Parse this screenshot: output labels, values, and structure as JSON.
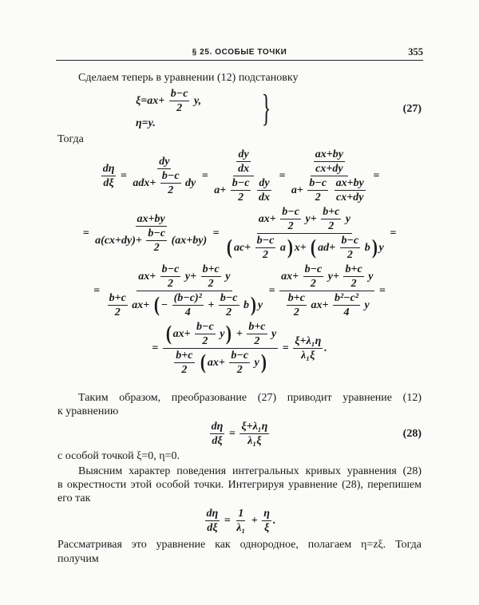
{
  "header": {
    "section": "§ 25. ОСОБЫЕ ТОЧКИ",
    "page": "355"
  },
  "text": {
    "l1": "Сделаем теперь в уравнении (12) подстановку",
    "l2": "Тогда",
    "l3": "Таким образом, преобразование (27) приводит уравнение (12)",
    "l4": "к уравнению",
    "l5": "с особой точкой ξ=0, η=0.",
    "l6": "Выясним характер поведения интегральных кривых уравнения (28)",
    "l7": "в окрестности этой особой точки. Интегрируя уравнение (28), перепишем",
    "l8": "его так",
    "l9": "Рассматривая это уравнение как однородное, полагаем η=zξ. Тогда",
    "l10": "получим"
  },
  "equation_numbers": {
    "eq27": "(27)",
    "eq28": "(28)"
  },
  "equations": {
    "eq27": {
      "sys": [
        [
          "ξ=ax+ ",
          {
            "f": [
              [
                "b−c"
              ],
              [
                "2"
              ]
            ]
          },
          " y,"
        ],
        [
          "η=y."
        ]
      ],
      "brace": "}"
    },
    "row1": [
      {
        "f": [
          [
            "dη"
          ],
          [
            "dξ"
          ]
        ]
      },
      " = ",
      {
        "f": [
          [
            "dy"
          ],
          [
            "adx+ ",
            {
              "f": [
                [
                  "b−c"
                ],
                [
                  "2"
                ]
              ]
            },
            " dy"
          ]
        ]
      },
      " = ",
      {
        "f": [
          [
            {
              "f": [
                [
                  "dy"
                ],
                [
                  "dx"
                ]
              ]
            }
          ],
          [
            "a+ ",
            {
              "f": [
                [
                  "b−c"
                ],
                [
                  "2"
                ]
              ]
            },
            " ",
            {
              "f": [
                [
                  "dy"
                ],
                [
                  "dx"
                ]
              ]
            }
          ]
        ]
      },
      " = ",
      {
        "f": [
          [
            {
              "f": [
                [
                  "ax+by"
                ],
                [
                  "cx+dy"
                ]
              ]
            }
          ],
          [
            "a+ ",
            {
              "f": [
                [
                  "b−c"
                ],
                [
                  "2"
                ]
              ]
            },
            " ",
            {
              "f": [
                [
                  "ax+by"
                ],
                [
                  "cx+dy"
                ]
              ]
            }
          ]
        ]
      },
      " ="
    ],
    "row2": [
      "= ",
      {
        "f": [
          [
            "ax+by"
          ],
          [
            "a(cx+dy)+ ",
            {
              "f": [
                [
                  "b−c"
                ],
                [
                  "2"
                ]
              ]
            },
            " (ax+by)"
          ]
        ]
      },
      " = ",
      {
        "f": [
          [
            "ax+ ",
            {
              "f": [
                [
                  "b−c"
                ],
                [
                  "2"
                ]
              ]
            },
            " y+ ",
            {
              "f": [
                [
                  "b+c"
                ],
                [
                  "2"
                ]
              ]
            },
            " y"
          ],
          [
            {
              "p": [
                "ac+ ",
                {
                  "f": [
                    [
                      "b−c"
                    ],
                    [
                      "2"
                    ]
                  ]
                },
                " a"
              ]
            },
            "x+ ",
            {
              "p": [
                "ad+ ",
                {
                  "f": [
                    [
                      "b−c"
                    ],
                    [
                      "2"
                    ]
                  ]
                },
                " b"
              ]
            },
            "y"
          ]
        ]
      },
      " ="
    ],
    "row3": [
      "= ",
      {
        "f": [
          [
            "ax+ ",
            {
              "f": [
                [
                  "b−c"
                ],
                [
                  "2"
                ]
              ]
            },
            " y+ ",
            {
              "f": [
                [
                  "b+c"
                ],
                [
                  "2"
                ]
              ]
            },
            " y"
          ],
          [
            {
              "f": [
                [
                  "b+c"
                ],
                [
                  "2"
                ]
              ]
            },
            " ax+ ",
            {
              "p": [
                "− ",
                {
                  "f": [
                    [
                      "(b−c)²"
                    ],
                    [
                      "4"
                    ]
                  ]
                },
                " + ",
                {
                  "f": [
                    [
                      "b−c"
                    ],
                    [
                      "2"
                    ]
                  ]
                },
                " b"
              ]
            },
            "y"
          ]
        ]
      },
      " = ",
      {
        "f": [
          [
            "ax+ ",
            {
              "f": [
                [
                  "b−c"
                ],
                [
                  "2"
                ]
              ]
            },
            " y+ ",
            {
              "f": [
                [
                  "b+c"
                ],
                [
                  "2"
                ]
              ]
            },
            " y"
          ],
          [
            {
              "f": [
                [
                  "b+c"
                ],
                [
                  "2"
                ]
              ]
            },
            " ax+ ",
            {
              "f": [
                [
                  "b²−c²"
                ],
                [
                  "4"
                ]
              ]
            },
            " y"
          ]
        ]
      },
      " ="
    ],
    "row4": [
      "= ",
      {
        "f": [
          [
            {
              "p": [
                "ax+ ",
                {
                  "f": [
                    [
                      "b−c"
                    ],
                    [
                      "2"
                    ]
                  ]
                },
                " y"
              ]
            },
            " + ",
            {
              "f": [
                [
                  "b+c"
                ],
                [
                  "2"
                ]
              ]
            },
            " y"
          ],
          [
            {
              "f": [
                [
                  "b+c"
                ],
                [
                  "2"
                ]
              ]
            },
            " ",
            {
              "p": [
                "ax+ ",
                {
                  "f": [
                    [
                      "b−c"
                    ],
                    [
                      "2"
                    ]
                  ]
                },
                " y"
              ]
            }
          ]
        ]
      },
      " = ",
      {
        "f": [
          [
            "ξ+λ₁η"
          ],
          [
            "λ₁ξ"
          ]
        ]
      },
      "."
    ],
    "eq28": [
      {
        "f": [
          [
            "dη"
          ],
          [
            "dξ"
          ]
        ]
      },
      " = ",
      {
        "f": [
          [
            "ξ+λ₁η"
          ],
          [
            "λ₁ξ"
          ]
        ]
      }
    ],
    "eq29": [
      {
        "f": [
          [
            "dη"
          ],
          [
            "dξ"
          ]
        ]
      },
      " = ",
      {
        "f": [
          [
            "1"
          ],
          [
            "λ₁"
          ]
        ]
      },
      " + ",
      {
        "f": [
          [
            "η"
          ],
          [
            "ξ"
          ]
        ]
      },
      "."
    ]
  }
}
